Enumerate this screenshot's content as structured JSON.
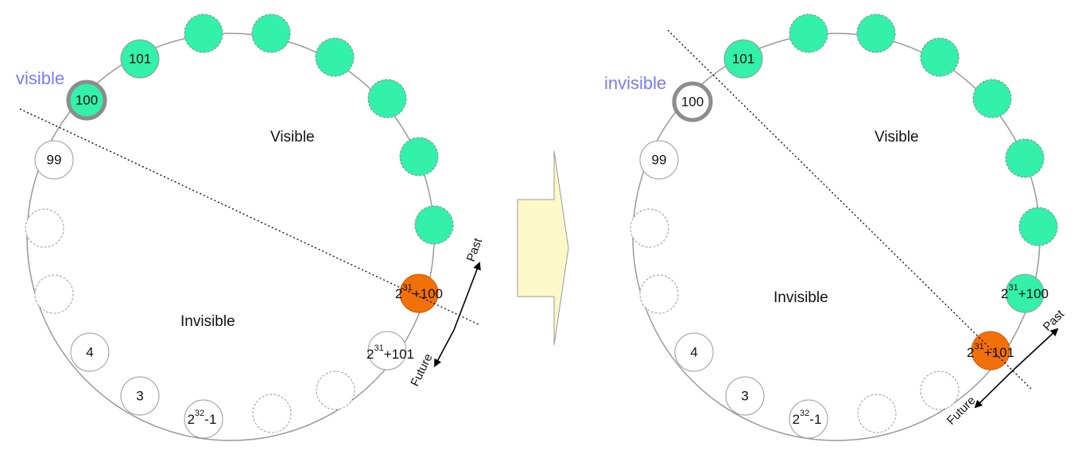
{
  "colors": {
    "green": "#33f0aa",
    "orange": "#f2700a",
    "ring": "#999999",
    "blue_text": "#7b7bf0",
    "arrow_fill": "#fdf8c8"
  },
  "left": {
    "status_word": "visible",
    "visible_label": "Visible",
    "invisible_label": "Invisible",
    "nodes": {
      "n101": "101",
      "n100": "100",
      "n99": "99",
      "n4": "4",
      "n3": "3",
      "n2_32_base": "2",
      "n2_32_exp": "32",
      "n2_32_tail": "-1",
      "n2_31_100_base": "2",
      "n2_31_100_exp": "31",
      "n2_31_100_tail": "+100",
      "n2_31_101_base": "2",
      "n2_31_101_exp": "31",
      "n2_31_101_tail": "+101"
    },
    "past_label": "Past",
    "future_label": "Future"
  },
  "right": {
    "status_word": "invisible",
    "visible_label": "Visible",
    "invisible_label": "Invisible",
    "nodes": {
      "n101": "101",
      "n100": "100",
      "n99": "99",
      "n4": "4",
      "n3": "3",
      "n2_32_base": "2",
      "n2_32_exp": "32",
      "n2_32_tail": "-1",
      "n2_31_100_base": "2",
      "n2_31_100_exp": "31",
      "n2_31_100_tail": "+100",
      "n2_31_101_base": "2",
      "n2_31_101_exp": "31",
      "n2_31_101_tail": "+101"
    },
    "past_label": "Past",
    "future_label": "Future"
  }
}
